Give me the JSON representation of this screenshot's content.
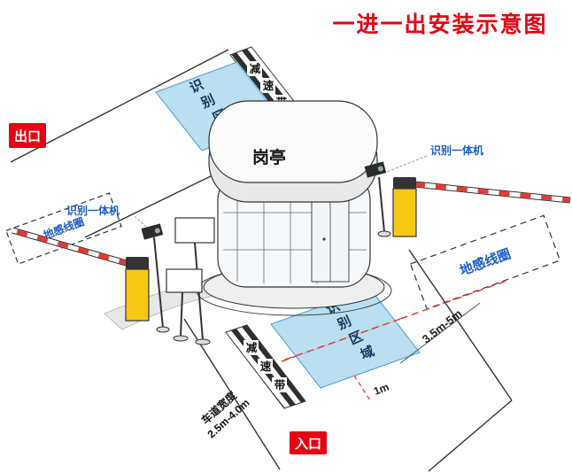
{
  "title": "一进一出安装示意图",
  "badges": {
    "exit": "出口",
    "entrance": "入口"
  },
  "booth": {
    "label": "岗亭"
  },
  "labels": {
    "recognition_machine": "识别一体机",
    "ground_coil": "地感线圈"
  },
  "recognition_area_chars": [
    "识",
    "别",
    "区",
    "域"
  ],
  "speed_bump_chars": [
    "减",
    "速",
    "带"
  ],
  "measurements": {
    "coil_distance": "3.5m-5m",
    "area_offset": "1m",
    "lane_width_title": "车道宽度",
    "lane_width_range": "2.5m-4.0m"
  },
  "colors": {
    "accent_red": "#e60012",
    "label_blue": "#1d5fc2",
    "area_blue": "#aed9ee",
    "barrier_yellow": "#f6c714",
    "stripe_dark": "#2f2f2f",
    "dash_red": "#e53935"
  }
}
